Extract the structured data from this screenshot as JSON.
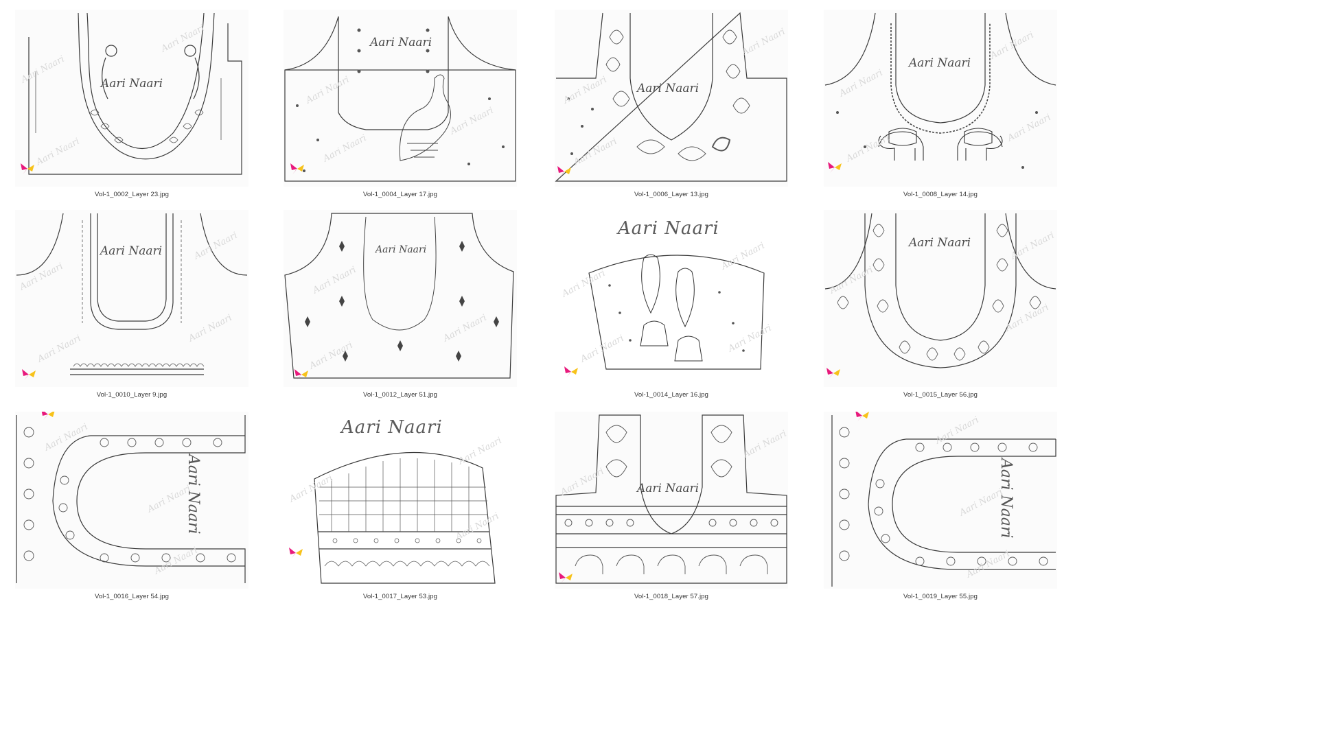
{
  "brand": "Aari Naari",
  "watermark": "Aari Naari",
  "logo_icon": "butterfly-logo-icon",
  "colors": {
    "logo_pink": "#e8197c",
    "logo_yellow": "#f7c21a",
    "outline": "#3a3a3a"
  },
  "designs": [
    {
      "caption": "Vol-1_0002_Layer 23.jpg",
      "motif": "peacock-neckline"
    },
    {
      "caption": "Vol-1_0004_Layer 17.jpg",
      "motif": "peacock-side"
    },
    {
      "caption": "Vol-1_0006_Layer 13.jpg",
      "motif": "lotus-floral"
    },
    {
      "caption": "Vol-1_0008_Layer 14.jpg",
      "motif": "elephants"
    },
    {
      "caption": "Vol-1_0010_Layer 9.jpg",
      "motif": "border-neckline"
    },
    {
      "caption": "Vol-1_0012_Layer 51.jpg",
      "motif": "vine-jhumkas"
    },
    {
      "caption": "Vol-1_0014_Layer 16.jpg",
      "motif": "earrings"
    },
    {
      "caption": "Vol-1_0015_Layer 56.jpg",
      "motif": "paisley-full"
    },
    {
      "caption": "Vol-1_0016_Layer 54.jpg",
      "motif": "floral-arch"
    },
    {
      "caption": "Vol-1_0017_Layer 53.jpg",
      "motif": "checked-back"
    },
    {
      "caption": "Vol-1_0018_Layer 57.jpg",
      "motif": "elephant-band"
    },
    {
      "caption": "Vol-1_0019_Layer 55.jpg",
      "motif": "floral-arch-2"
    }
  ]
}
